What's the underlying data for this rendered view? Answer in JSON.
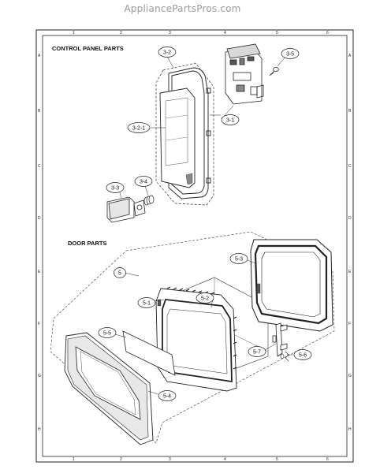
{
  "watermark": "AppliancePartsPros.com",
  "sections": {
    "control_panel": "CONTROL PANEL PARTS",
    "door": "DOOR PARTS"
  },
  "callouts": {
    "c3_2": "3-2",
    "c3_5": "3-5",
    "c3_2_1": "3-2-1",
    "c3_1": "3-1",
    "c3_3": "3-3",
    "c3_4": "3-4",
    "c5": "5",
    "c5_3": "5-3",
    "c5_1": "5-1",
    "c5_2": "5-2",
    "c5_5": "5-5",
    "c5_7": "5-7",
    "c5_6": "5-6",
    "c5_4": "5-4"
  },
  "frame": {
    "columns": [
      "1",
      "2",
      "3",
      "4",
      "5",
      "6"
    ],
    "rows": [
      "A",
      "B",
      "C",
      "D",
      "E",
      "F",
      "G",
      "H"
    ]
  }
}
